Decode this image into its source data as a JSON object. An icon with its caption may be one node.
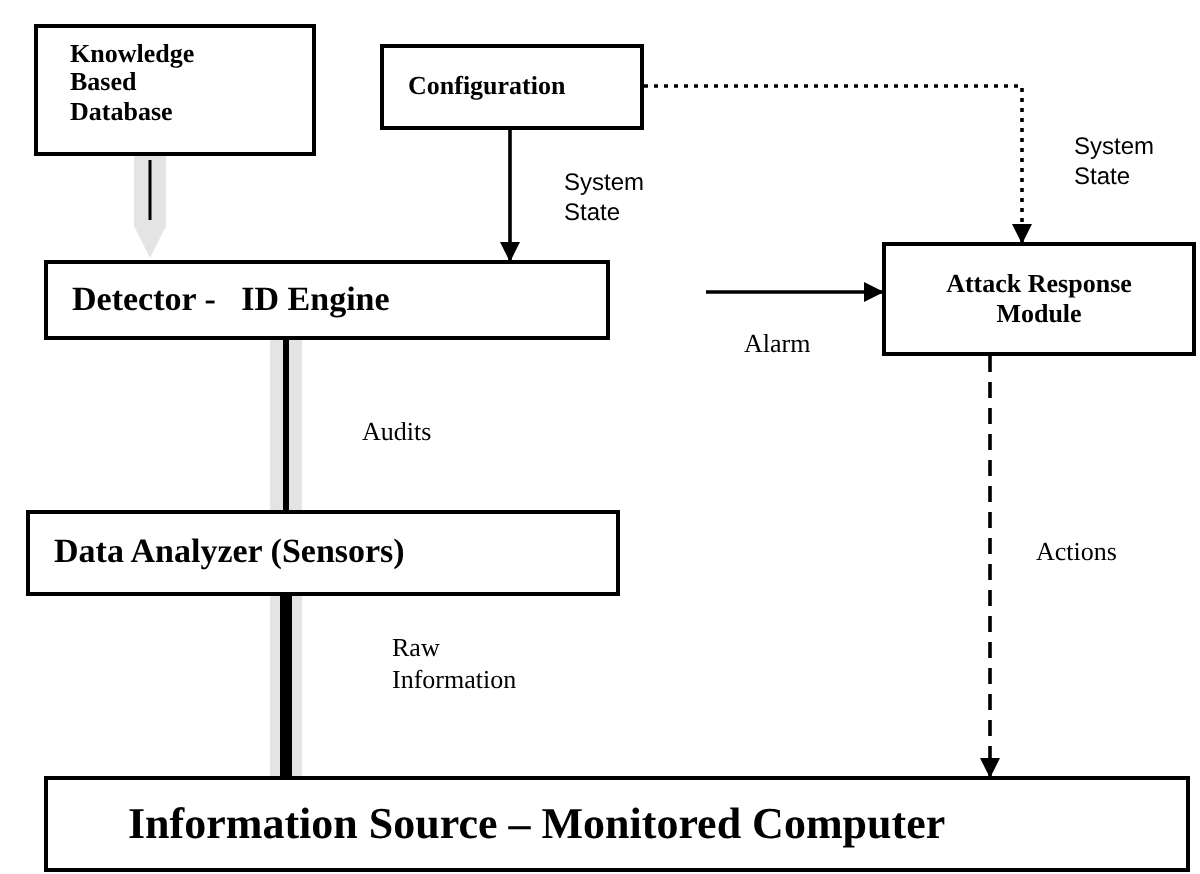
{
  "diagram": {
    "nodes": [
      {
        "text": [
          "Knowledge Based Database"
        ]
      },
      {
        "text": [
          "Configuration"
        ]
      },
      {
        "text": [
          "Detector -   ID Engine"
        ]
      },
      {
        "text": [
          "Attack Response Module"
        ]
      },
      {
        "text": [
          "Data Analyzer (Sensors)"
        ]
      },
      {
        "text": [
          "Information Source – Monitored Computer"
        ]
      }
    ],
    "edges": [
      {
        "from": 0,
        "to": 2,
        "arrow": "to",
        "style": "thick",
        "color": "#e4e4e4"
      },
      {
        "from": 1,
        "to": 2,
        "arrow": "to",
        "label": "System State"
      },
      {
        "from": 1,
        "to": 3,
        "arrow": "to",
        "label": "System State",
        "style": "dashed"
      },
      {
        "from": 2,
        "to": 3,
        "arrow": "to",
        "label": "Alarm"
      },
      {
        "from": 4,
        "to": 2,
        "arrow": "to",
        "label": "Audits",
        "style": "thick",
        "color": "#e4e4e4"
      },
      {
        "from": 3,
        "to": 5,
        "arrow": "to",
        "label": "Actions",
        "style": "dashed"
      },
      {
        "from": 5,
        "to": 4,
        "arrow": "to",
        "label": "Raw Information",
        "style": "thick",
        "color": "#e4e4e4"
      }
    ]
  }
}
